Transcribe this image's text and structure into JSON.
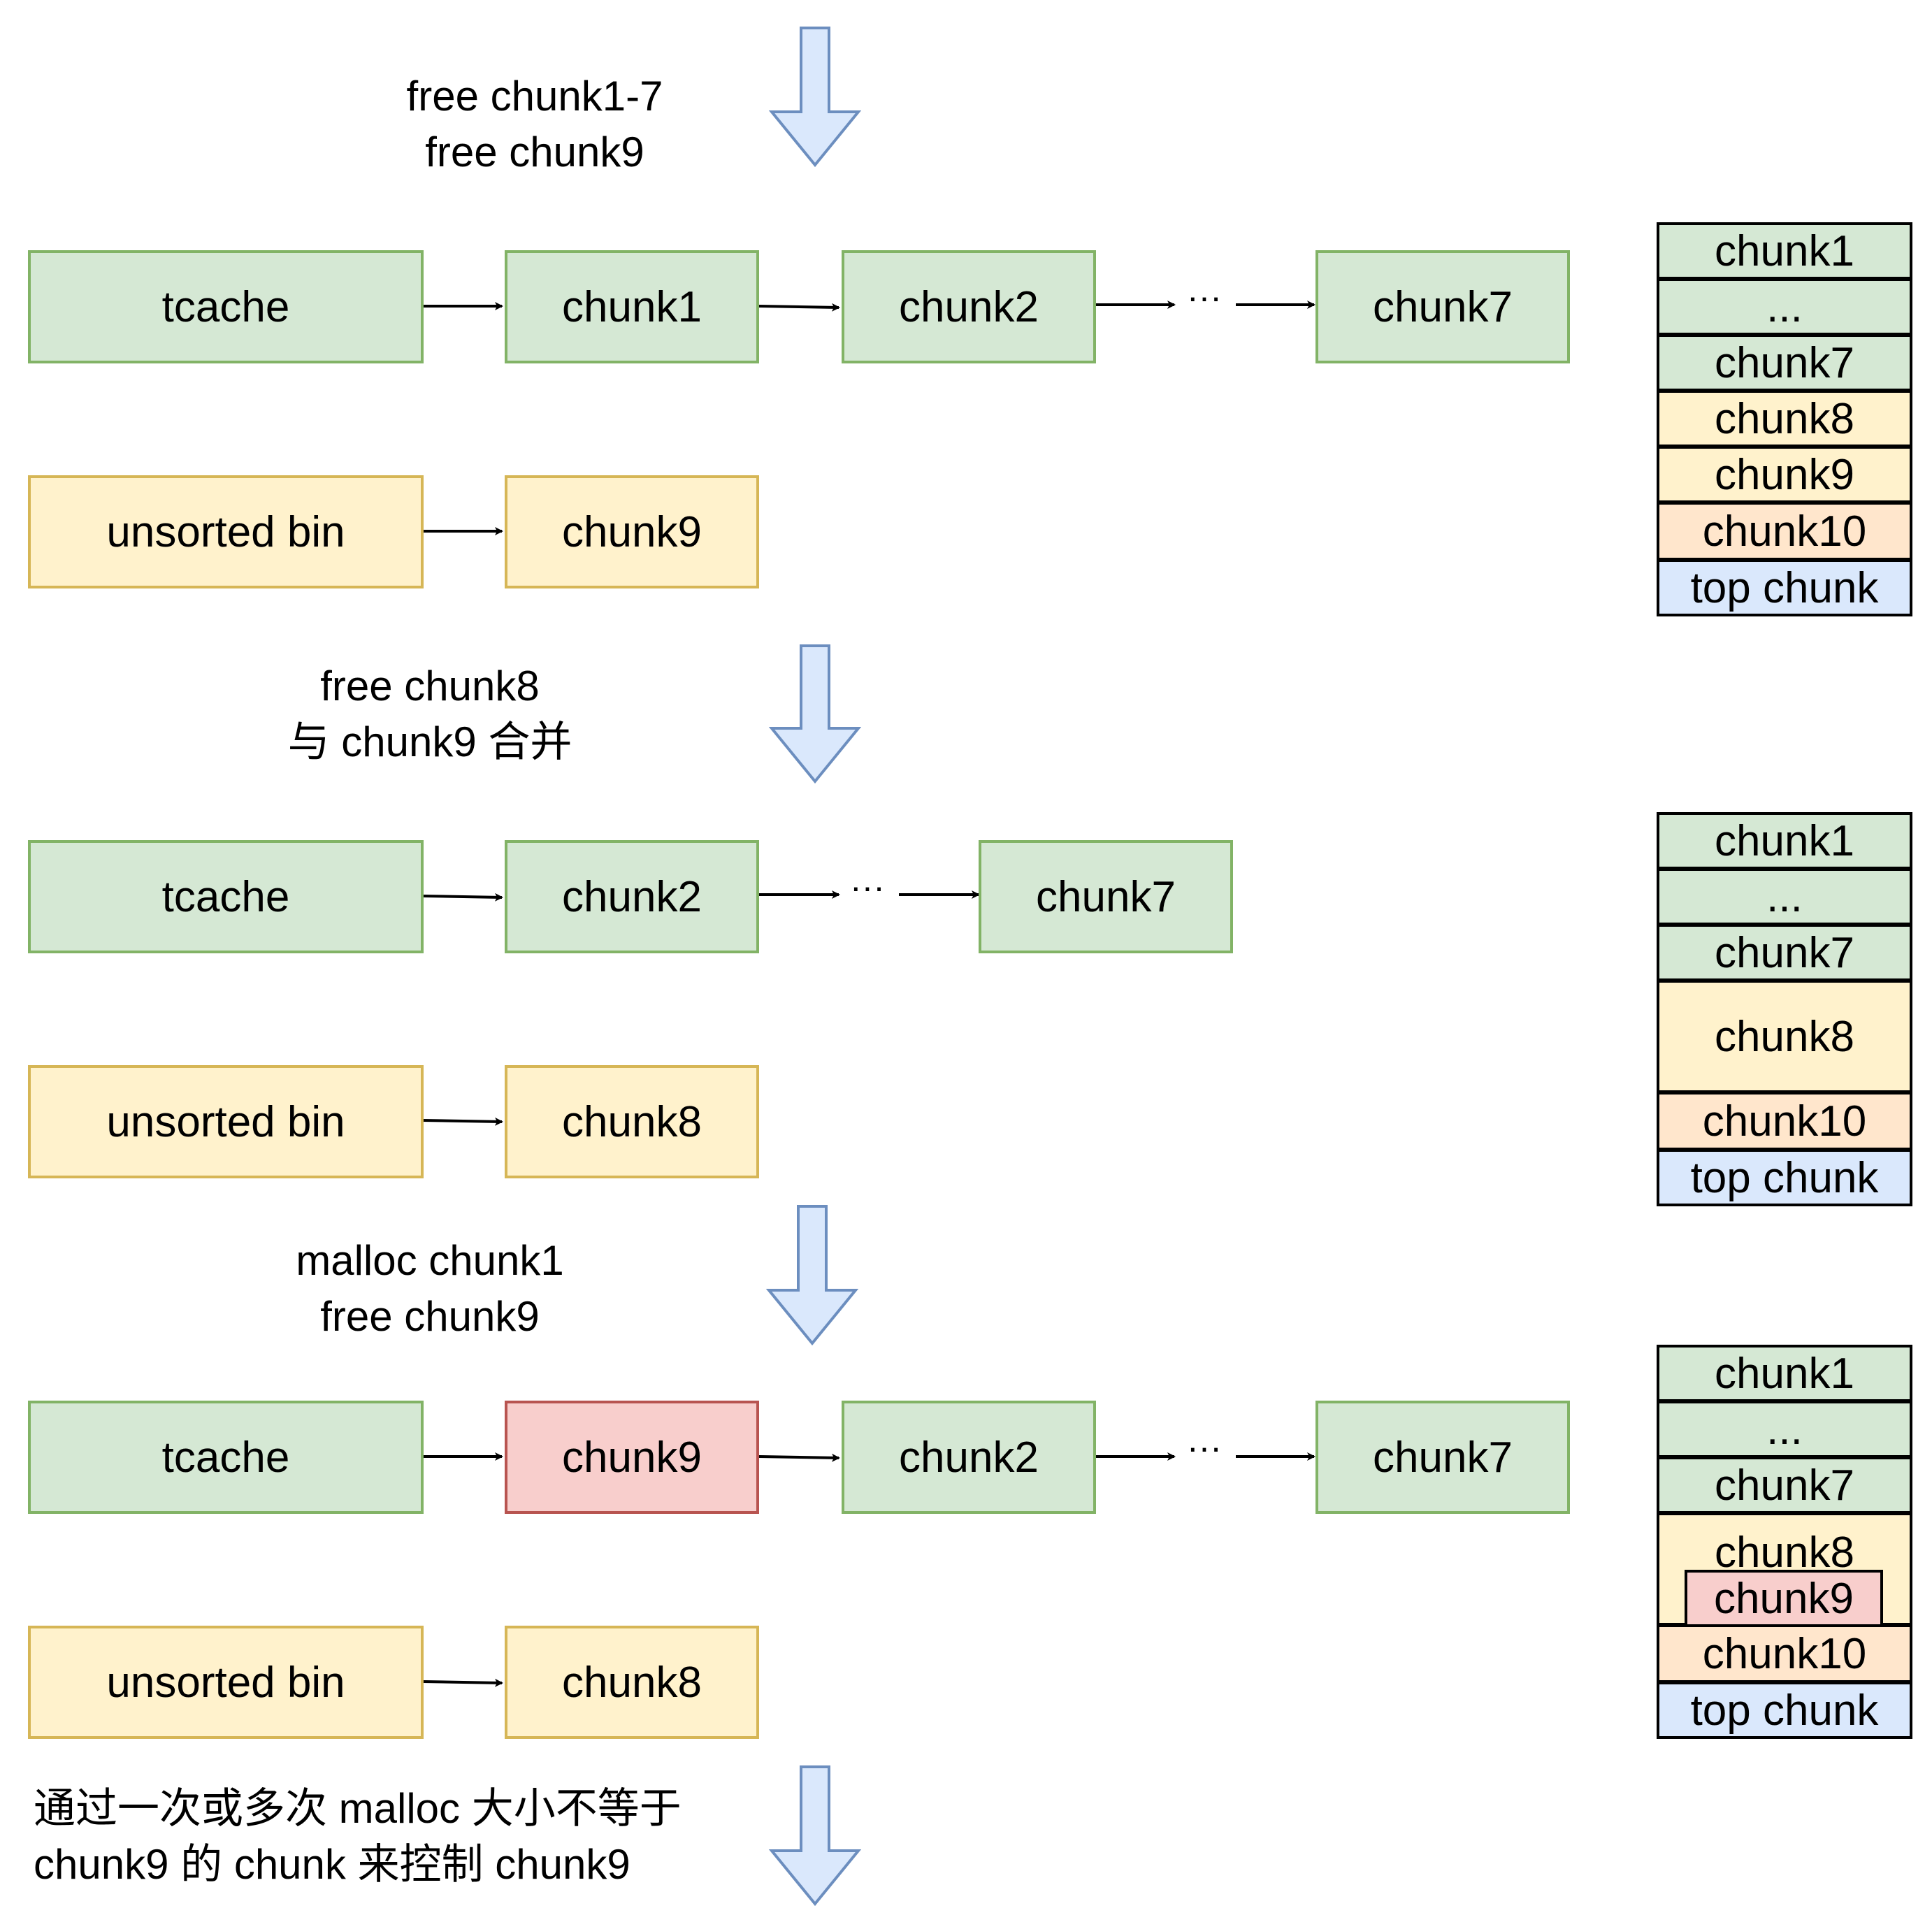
{
  "steps": [
    {
      "line1": "free chunk1-7",
      "line2": "free chunk9"
    },
    {
      "line1": "free chunk8",
      "line2": "与 chunk9 合并"
    },
    {
      "line1": "malloc chunk1",
      "line2": "free chunk9"
    },
    {
      "line1": "通过一次或多次 malloc 大小不等于",
      "line2": "chunk9 的 chunk 来控制 chunk9"
    }
  ],
  "stage1": {
    "tcache": {
      "head": "tcache",
      "items": [
        "chunk1",
        "chunk2",
        "chunk7"
      ]
    },
    "unsorted": {
      "head": "unsorted bin",
      "items": [
        "chunk9"
      ]
    },
    "dots": "···",
    "heap": [
      "chunk1",
      "...",
      "chunk7",
      "chunk8",
      "chunk9",
      "chunk10",
      "top chunk"
    ]
  },
  "stage2": {
    "tcache": {
      "head": "tcache",
      "items": [
        "chunk2",
        "chunk7"
      ]
    },
    "unsorted": {
      "head": "unsorted bin",
      "items": [
        "chunk8"
      ]
    },
    "dots": "···",
    "heap": [
      "chunk1",
      "...",
      "chunk7",
      "chunk8",
      "chunk10",
      "top chunk"
    ]
  },
  "stage3": {
    "tcache": {
      "head": "tcache",
      "items": [
        "chunk9",
        "chunk2",
        "chunk7"
      ]
    },
    "unsorted": {
      "head": "unsorted bin",
      "items": [
        "chunk8"
      ]
    },
    "dots": "···",
    "heap": [
      "chunk1",
      "...",
      "chunk7",
      "chunk8",
      "chunk9",
      "chunk10",
      "top chunk"
    ]
  },
  "colors": {
    "green_fill": "#d5e8d4",
    "green_stroke": "#82b366",
    "yellow_fill": "#fff2cc",
    "yellow_stroke": "#d6b656",
    "orange_fill": "#ffe6cc",
    "orange_stroke": "#d79b00",
    "blue_fill": "#dae8fc",
    "blue_stroke": "#6c8ebf",
    "red_fill": "#f8cecc",
    "red_stroke": "#b85450"
  }
}
